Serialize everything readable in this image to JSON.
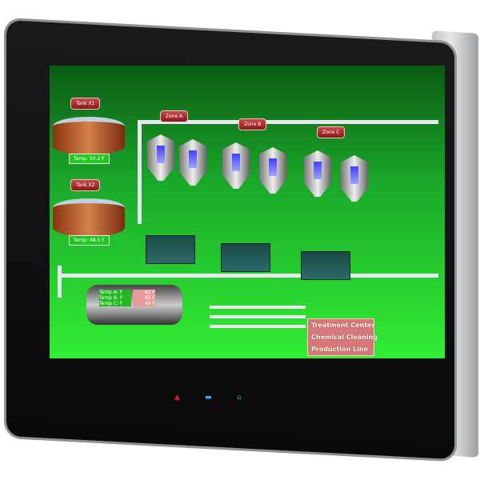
{
  "tanks": [
    {
      "label": "Tank X1",
      "temp": "Temp: 50.2 F"
    },
    {
      "label": "Tank X2",
      "temp": "Temp: 48.5 F"
    }
  ],
  "zones": [
    {
      "label": "Zone A"
    },
    {
      "label": "Zone B"
    },
    {
      "label": "Zone C"
    }
  ],
  "exchanger": {
    "rows": [
      {
        "label": "Temp A:",
        "unit": "F",
        "value": "62 F"
      },
      {
        "label": "Temp B:",
        "unit": "F",
        "value": "65 F"
      },
      {
        "label": "Temp C:",
        "unit": "F",
        "value": "49 F"
      }
    ]
  },
  "destinations": [
    "Treatment Center",
    "Chemical Cleaning",
    "Production Line"
  ],
  "leds": [
    {
      "icon": "warning-icon",
      "color": "#e02020"
    },
    {
      "icon": "status-icon",
      "color": "#30b0ff"
    },
    {
      "icon": "home-icon",
      "color": "#20c060"
    }
  ]
}
